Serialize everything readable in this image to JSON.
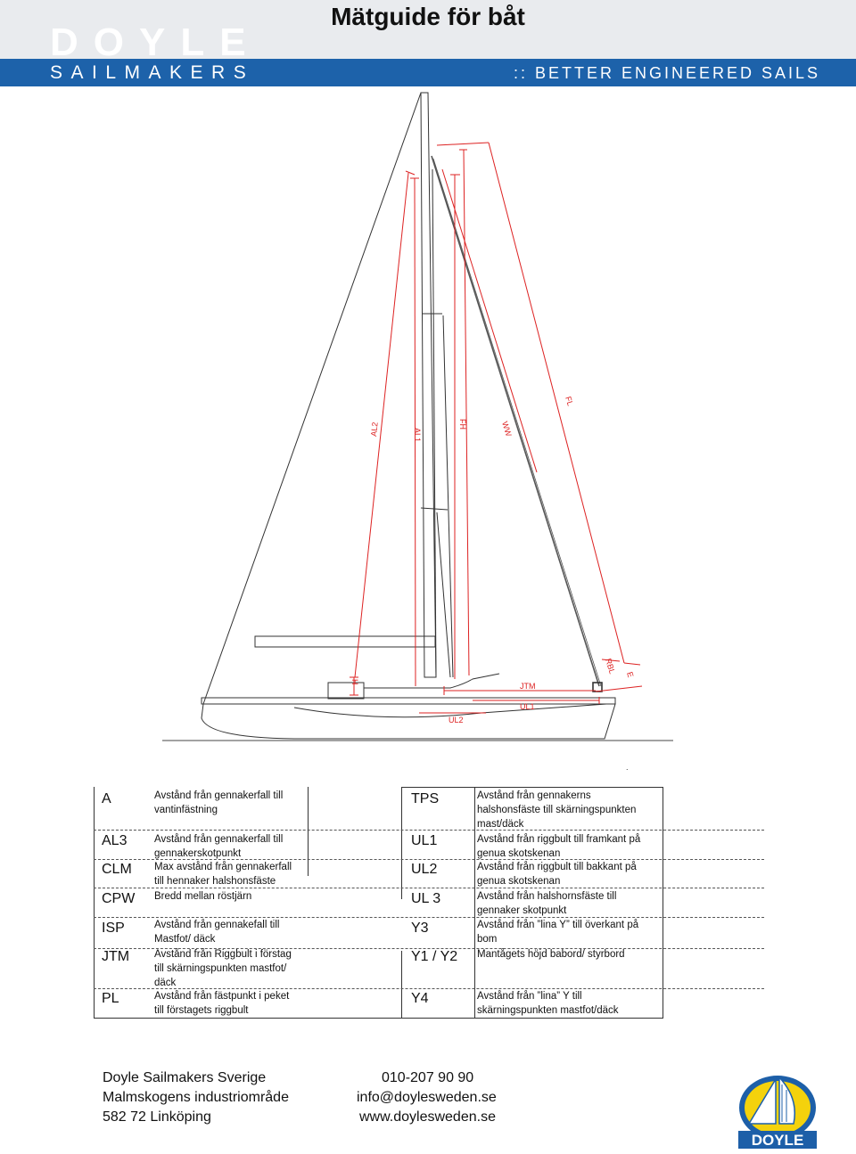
{
  "header": {
    "title": "Mätguide för båt",
    "brand_name": "DOYLE",
    "brand_sub": "SAILMAKERS",
    "tagline": ":: BETTER ENGINEERED SAILS"
  },
  "diagram": {
    "labels": [
      "AL2",
      "AL1",
      "FH",
      "WW",
      "FL",
      "RBL",
      "E",
      "JTM",
      "UL1",
      "UL2",
      "H"
    ]
  },
  "page_mark": ".",
  "legend": {
    "left": [
      {
        "code": "A",
        "desc": "Avstånd från gennakerfall till\nvantinfästning"
      },
      {
        "code": "AL3",
        "desc": "Avstånd från gennakerfall till\ngennakerskotpunkt"
      },
      {
        "code": "CLM",
        "desc": "Max avstånd från gennakerfall\ntill hennaker halshonsfäste"
      },
      {
        "code": "CPW",
        "desc": "Bredd mellan röstjärn"
      },
      {
        "code": "ISP",
        "desc": "Avstånd från gennakefall till\nMastfot/ däck"
      },
      {
        "code": "JTM",
        "desc": "Avstånd från Riggbult i förstag\ntill skärningspunkten mastfot/\ndäck"
      },
      {
        "code": "PL",
        "desc": "Avstånd från fästpunkt i peket\ntill förstagets riggbult"
      }
    ],
    "right": [
      {
        "code": "TPS",
        "desc": "Avstånd från gennakerns\nhalshonsfäste till skärningspunkten\nmast/däck"
      },
      {
        "code": "UL1",
        "desc": "Avstånd från riggbult till framkant på\ngenua skotskenan"
      },
      {
        "code": "UL2",
        "desc": "Avstånd från riggbult till bakkant på\ngenua skotskenan"
      },
      {
        "code": "UL 3",
        "desc": "Avstånd från halshornsfäste till\ngennaker skotpunkt"
      },
      {
        "code": "Y3",
        "desc": "Avstånd från ”lina Y” till överkant på\nbom"
      },
      {
        "code": "Y1 / Y2",
        "desc": "Mantågets höjd babord/ styrbord"
      },
      {
        "code": "Y4",
        "desc": "Avstånd från ”lina” Y till\nskärningspunkten mastfot/däck"
      }
    ]
  },
  "footer": {
    "company": "Doyle Sailmakers Sverige",
    "street": "Malmskogens industriområde",
    "city": "582 72 Linköping",
    "phone": "010-207 90 90",
    "email": "info@doylesweden.se",
    "web": "www.doylesweden.se",
    "logo_text": "DOYLE"
  },
  "colors": {
    "brand_blue": "#1d62aa",
    "dimension_red": "#d22",
    "logo_yellow": "#f4d20c"
  }
}
